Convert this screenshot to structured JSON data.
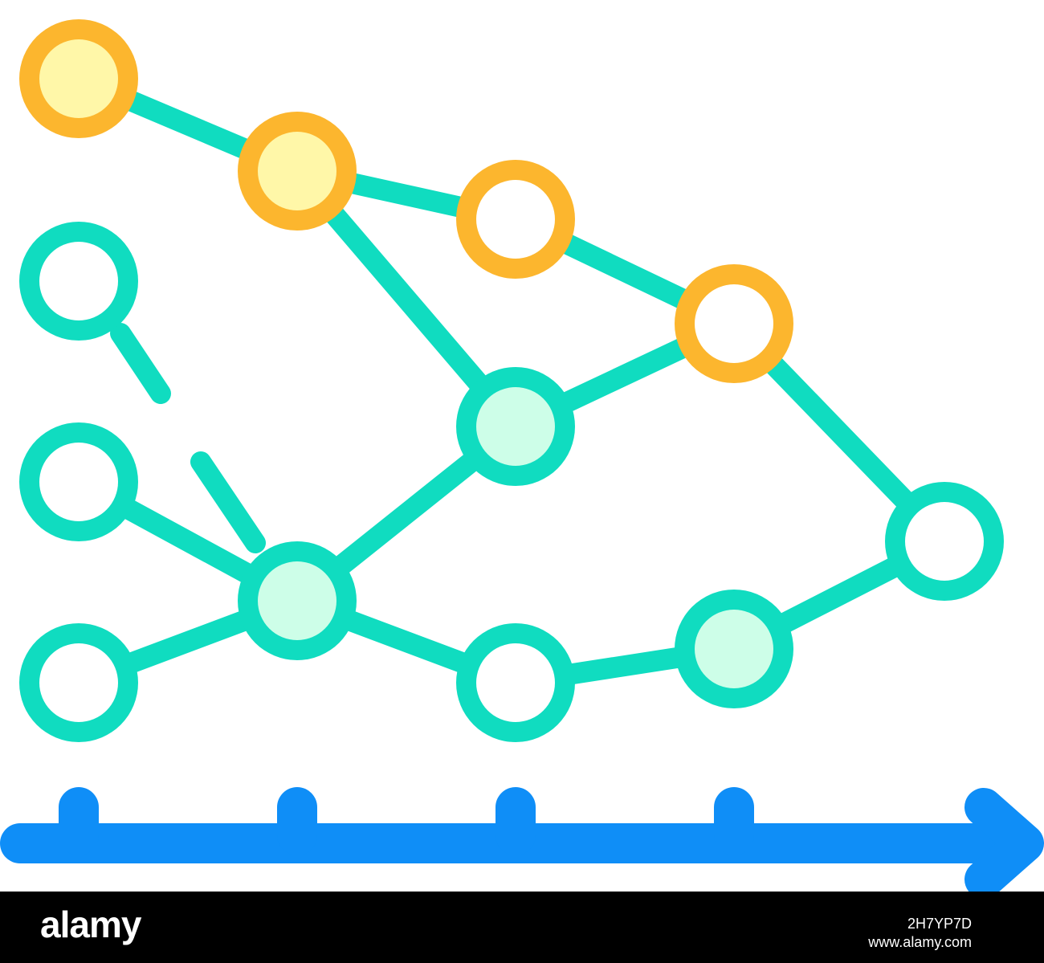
{
  "colors": {
    "teal": "#10dcc0",
    "orange": "#fcb62e",
    "yellow_fill": "#fff7a8",
    "mint_fill": "#cdfee8",
    "white_fill": "#ffffff",
    "axis_blue": "#0f8ef7",
    "footer_bg": "#000000"
  },
  "nodes": [
    {
      "id": "o1",
      "ring": "orange",
      "fill": "yellow_fill"
    },
    {
      "id": "o2",
      "ring": "orange",
      "fill": "yellow_fill"
    },
    {
      "id": "o3",
      "ring": "orange",
      "fill": "white_fill"
    },
    {
      "id": "o4",
      "ring": "orange",
      "fill": "white_fill"
    },
    {
      "id": "t1",
      "ring": "teal",
      "fill": "white_fill"
    },
    {
      "id": "t2",
      "ring": "teal",
      "fill": "white_fill"
    },
    {
      "id": "t3",
      "ring": "teal",
      "fill": "white_fill"
    },
    {
      "id": "t4",
      "ring": "teal",
      "fill": "mint_fill"
    },
    {
      "id": "t5",
      "ring": "teal",
      "fill": "mint_fill"
    },
    {
      "id": "t6",
      "ring": "teal",
      "fill": "white_fill"
    },
    {
      "id": "t7",
      "ring": "teal",
      "fill": "mint_fill"
    },
    {
      "id": "t8",
      "ring": "teal",
      "fill": "white_fill"
    }
  ],
  "edges": [
    [
      "o1",
      "o2"
    ],
    [
      "o2",
      "o3"
    ],
    [
      "o3",
      "o4"
    ],
    [
      "o2",
      "t5"
    ],
    [
      "t5",
      "o4"
    ],
    [
      "o4",
      "t8"
    ],
    [
      "t5",
      "t4"
    ],
    [
      "t2",
      "t4"
    ],
    [
      "t3",
      "t4"
    ],
    [
      "t4",
      "t6"
    ],
    [
      "t6",
      "t7"
    ],
    [
      "t7",
      "t8"
    ]
  ],
  "watermark": {
    "logo": "alamy",
    "image_id": "2H7YP7D",
    "url": "www.alamy.com"
  }
}
